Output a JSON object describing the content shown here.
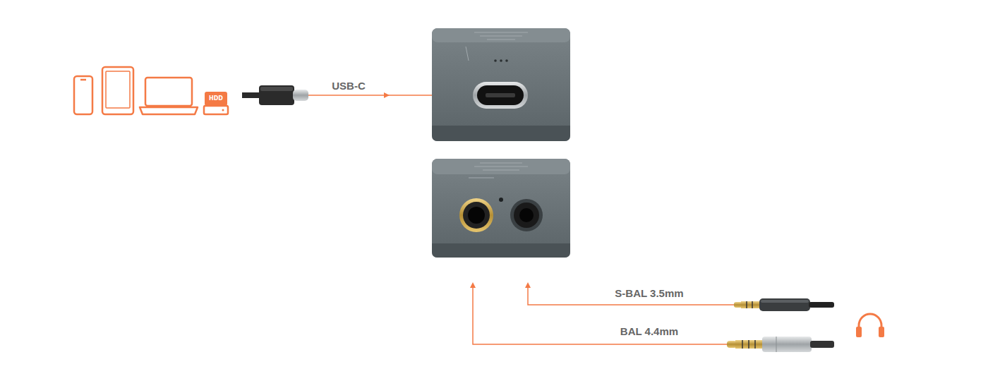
{
  "diagram": {
    "nodes": [
      {
        "text": [
          "HDD"
        ]
      }
    ],
    "labels": [
      "USB-C",
      "S-BAL 3.5mm",
      "BAL 4.4mm"
    ]
  }
}
